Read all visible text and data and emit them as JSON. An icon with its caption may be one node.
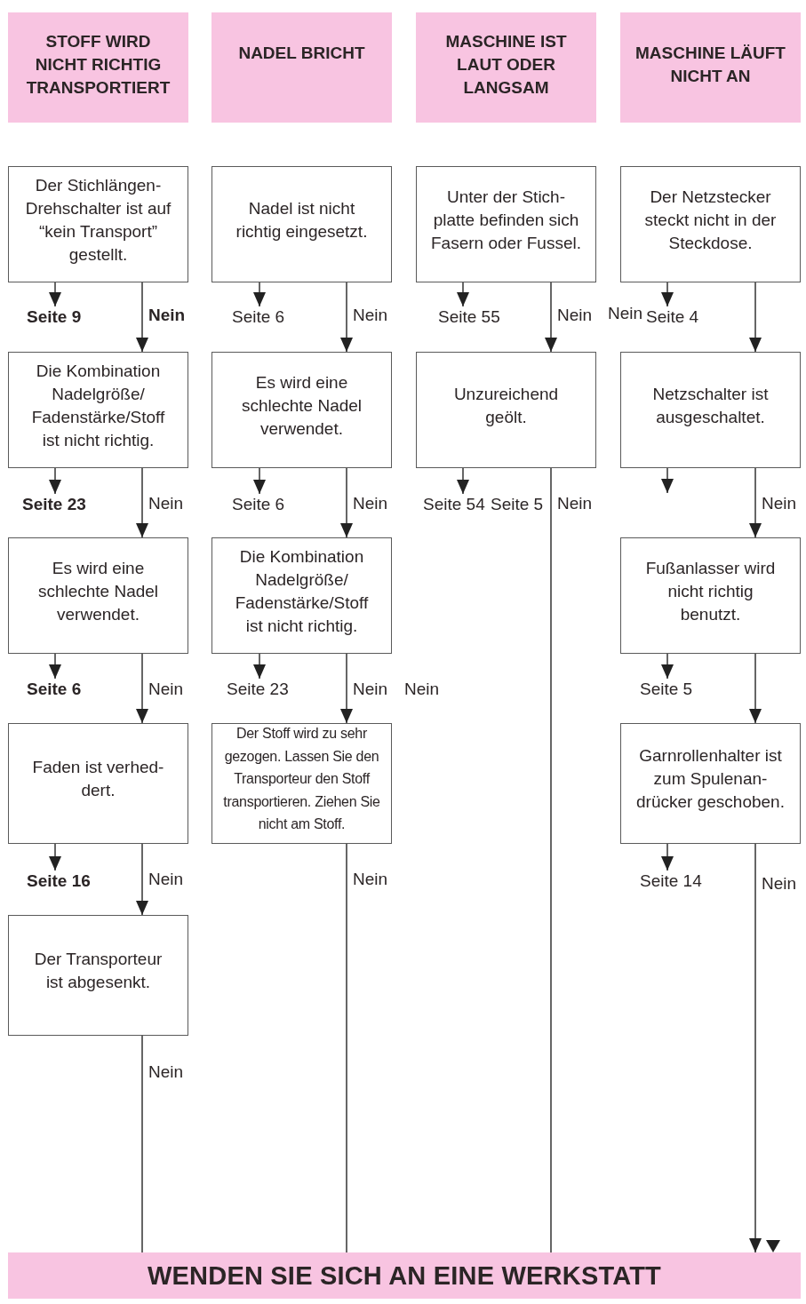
{
  "diagram": {
    "nodes": [
      {
        "text": [
          "STOFF WIRD NICHT RICHTIG TRANSPORTIERT"
        ]
      },
      {
        "text": [
          "NADEL BRICHT"
        ]
      },
      {
        "text": [
          "MASCHINE IST LAUT ODER LANGSAM"
        ]
      },
      {
        "text": [
          "MASCHINE LÄUFT NICHT AN"
        ]
      },
      {
        "text": [
          "Der Stichlängen- Drehschalter ist auf “kein Transport” gestellt."
        ]
      },
      {
        "text": [
          "Nadel ist nicht richtig eingesetzt."
        ]
      },
      {
        "text": [
          "Unter der Stich- platte befinden sich Fasern oder Fussel."
        ]
      },
      {
        "text": [
          "Der Netzstecker steckt nicht in der Steckdose."
        ]
      },
      {
        "text": [
          "Seite 9"
        ]
      },
      {
        "text": [
          "Seite 6"
        ]
      },
      {
        "text": [
          "Seite 55"
        ]
      },
      {
        "text": [
          "Seite 4"
        ]
      },
      {
        "text": [
          "Die Kombination Nadelgröße/ Fadenstärke/Stoff ist nicht richtig."
        ]
      },
      {
        "text": [
          "Es wird eine schlechte Nadel verwendet."
        ]
      },
      {
        "text": [
          "Unzureichend geölt."
        ]
      },
      {
        "text": [
          "Netzschalter ist ausgeschaltet."
        ]
      },
      {
        "text": [
          "Seite 23"
        ]
      },
      {
        "text": [
          "Seite 6"
        ]
      },
      {
        "text": [
          "Seite 54"
        ]
      },
      {
        "text": [
          "Es wird eine schlechte Nadel verwendet."
        ]
      },
      {
        "text": [
          "Die Kombination Nadelgröße/ Fadenstärke/Stoff ist nicht richtig."
        ]
      },
      {
        "text": [
          "Fußanlasser wird nicht richtig benutzt."
        ]
      },
      {
        "text": [
          "Seite 6"
        ]
      },
      {
        "text": [
          "Seite 23"
        ]
      },
      {
        "text": [
          "Seite 5"
        ]
      },
      {
        "text": [
          "Faden ist verhed- dert."
        ]
      },
      {
        "text": [
          "Der Stoff wird zu sehr gezogen. Lassen Sie den Transporteur den Stoff transportieren. Ziehen Sie nicht am Stoff."
        ]
      },
      {
        "text": [
          "Garnrollenhalter ist zum Spulenan- drücker geschoben."
        ]
      },
      {
        "text": [
          "Seite 16"
        ]
      },
      {
        "text": [
          "Seite 14"
        ]
      },
      {
        "text": [
          "Der Transporteur ist abgesenkt."
        ]
      },
      {
        "text": [
          "WENDEN SIE SICH AN EINE WERKSTATT"
        ]
      }
    ],
    "edges": [
      {
        "from": 4,
        "to": 8,
        "arrow": "to"
      },
      {
        "from": 4,
        "to": 12,
        "arrow": "to",
        "label": "Nein"
      },
      {
        "from": 12,
        "to": 16,
        "arrow": "to"
      },
      {
        "from": 12,
        "to": 19,
        "arrow": "to",
        "label": "Nein"
      },
      {
        "from": 19,
        "to": 22,
        "arrow": "to"
      },
      {
        "from": 19,
        "to": 25,
        "arrow": "to",
        "label": "Nein"
      },
      {
        "from": 25,
        "to": 28,
        "arrow": "to"
      },
      {
        "from": 25,
        "to": 30,
        "arrow": "to",
        "label": "Nein"
      },
      {
        "from": 30,
        "to": 31,
        "arrow": "none",
        "label": "Nein"
      },
      {
        "from": 5,
        "to": 9,
        "arrow": "to"
      },
      {
        "from": 5,
        "to": 13,
        "arrow": "to",
        "label": "Nein"
      },
      {
        "from": 13,
        "to": 17,
        "arrow": "to"
      },
      {
        "from": 13,
        "to": 20,
        "arrow": "to",
        "label": "Nein"
      },
      {
        "from": 20,
        "to": 23,
        "arrow": "to"
      },
      {
        "from": 20,
        "to": 26,
        "arrow": "to",
        "label": "Nein"
      },
      {
        "from": 26,
        "to": 31,
        "arrow": "none",
        "label": "Nein"
      },
      {
        "from": 6,
        "to": 10,
        "arrow": "to"
      },
      {
        "from": 6,
        "to": 14,
        "arrow": "to",
        "label": "Nein"
      },
      {
        "from": 14,
        "to": 18,
        "arrow": "to"
      },
      {
        "from": 14,
        "to": 31,
        "arrow": "none",
        "label": "Nein"
      },
      {
        "from": 7,
        "to": 11,
        "arrow": "to"
      },
      {
        "from": 7,
        "to": 15,
        "arrow": "to"
      },
      {
        "from": 15,
        "to": null,
        "arrow": "to"
      },
      {
        "from": 15,
        "to": 21,
        "arrow": "to",
        "label": "Nein"
      },
      {
        "from": 21,
        "to": 24,
        "arrow": "to"
      },
      {
        "from": 21,
        "to": 27,
        "arrow": "to"
      },
      {
        "from": 27,
        "to": 29,
        "arrow": "to"
      },
      {
        "from": 27,
        "to": 31,
        "arrow": "to",
        "label": "Nein"
      }
    ],
    "labels": [
      "Nein",
      "Seite 5",
      "Nein"
    ]
  }
}
